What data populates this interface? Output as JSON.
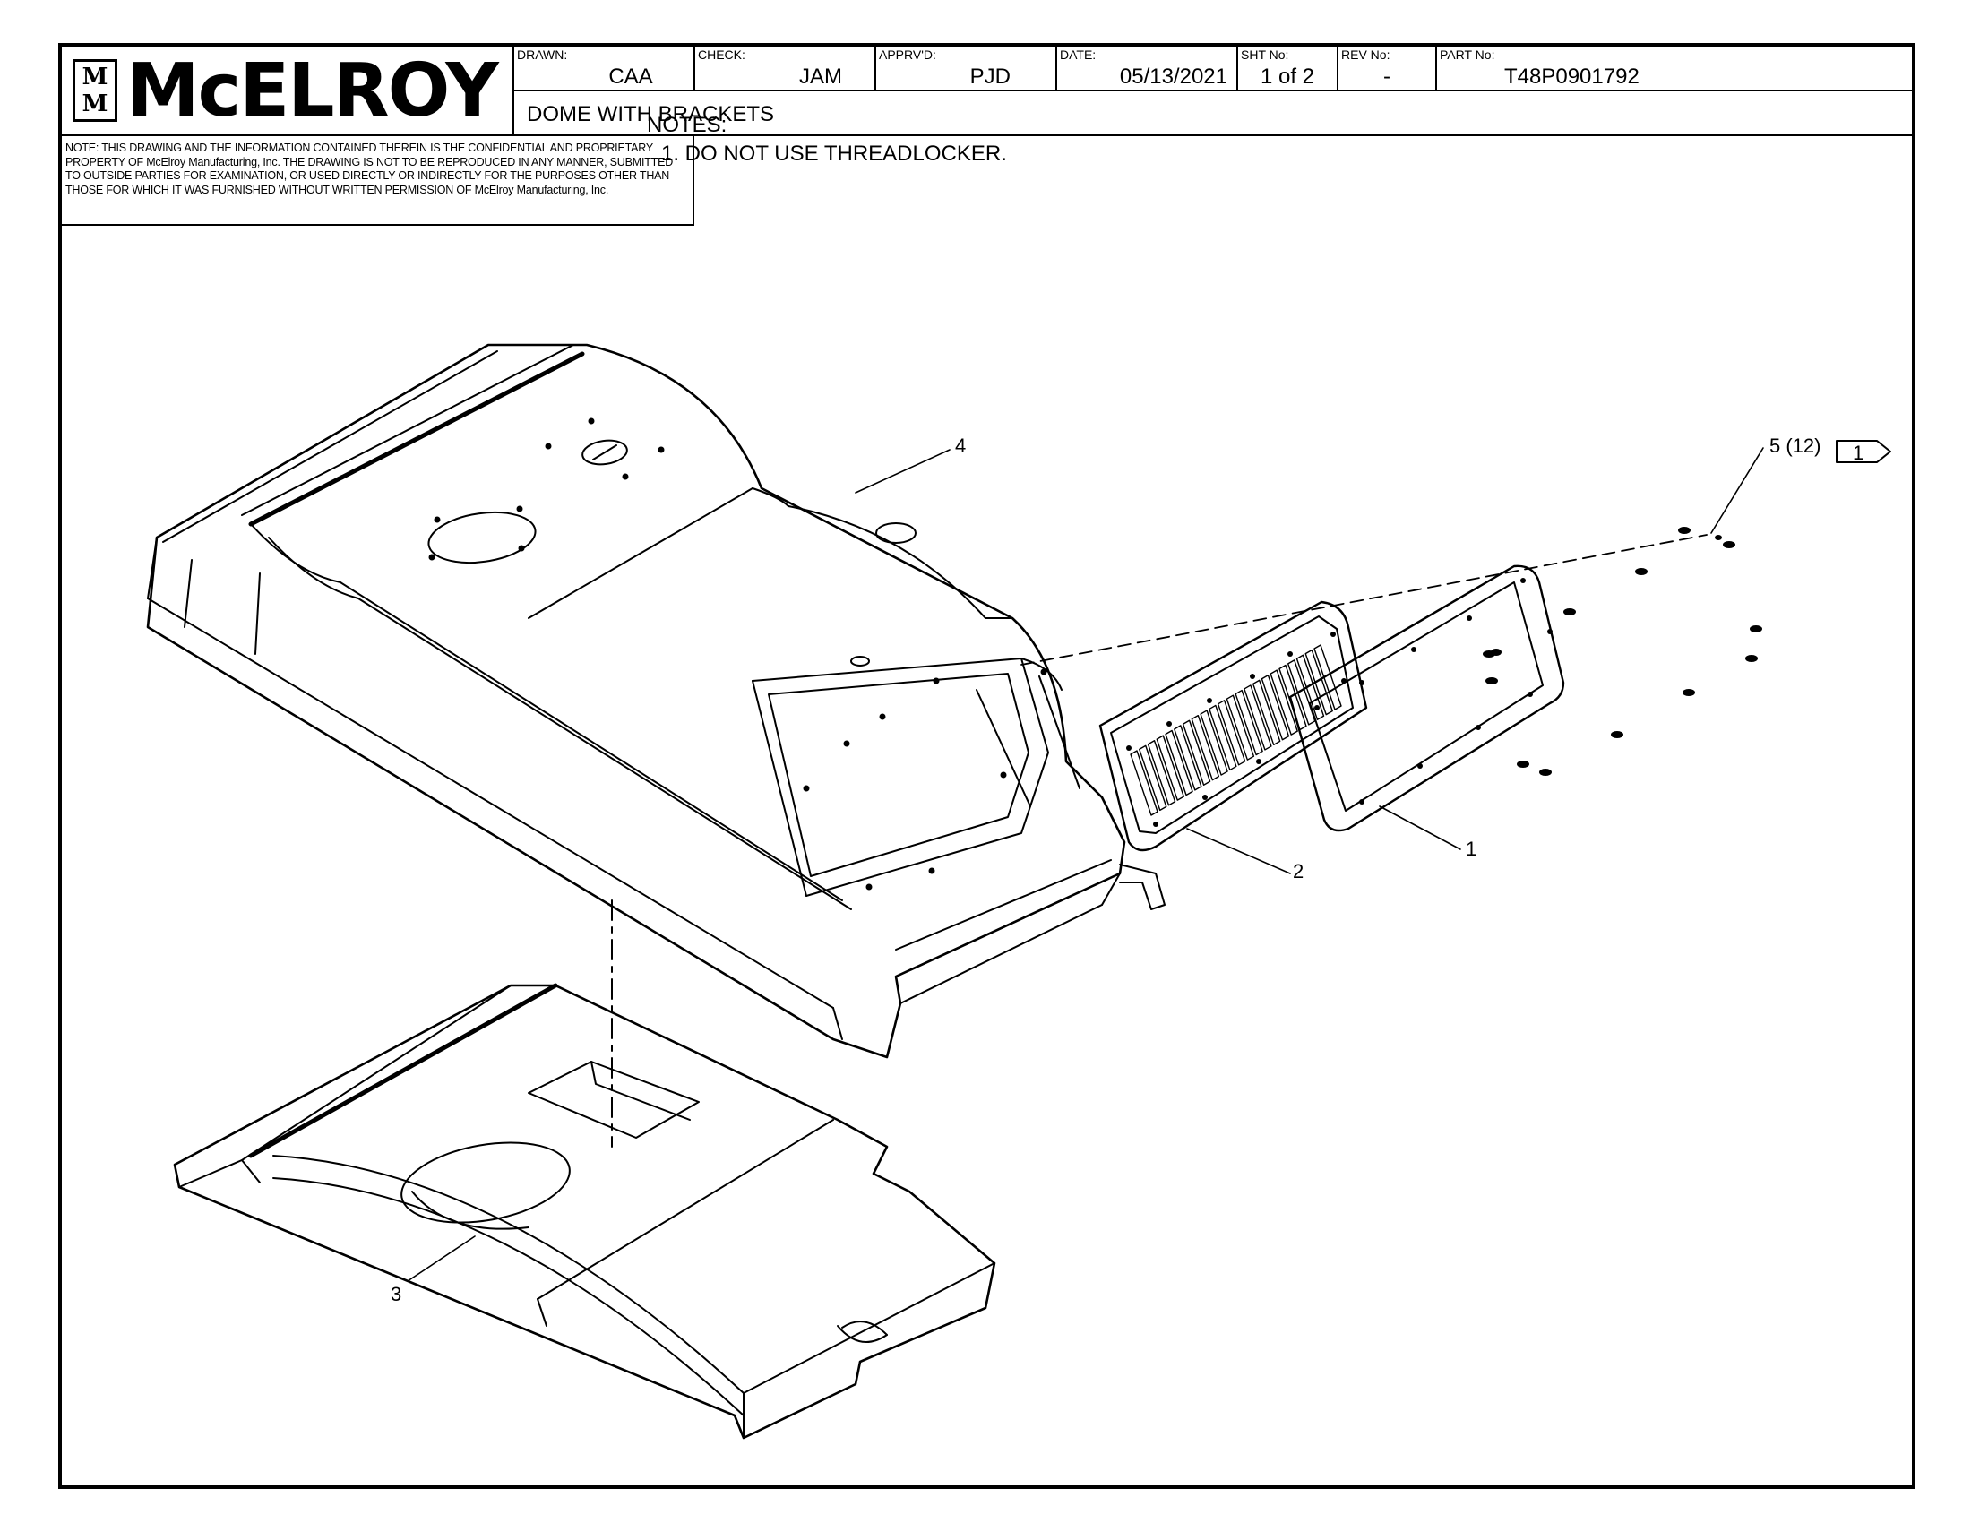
{
  "title_block": {
    "logo_mark_top": "M",
    "logo_mark_bottom": "M",
    "company": "McELROY",
    "drawn_label": "DRAWN:",
    "drawn": "CAA",
    "check_label": "CHECK:",
    "check": "JAM",
    "approved_label": "APPRV'D:",
    "approved": "PJD",
    "date_label": "DATE:",
    "date": "05/13/2021",
    "sheet_label": "SHT No:",
    "sheet": "1 of 2",
    "rev_label": "REV No:",
    "rev": "-",
    "part_label": "PART No:",
    "part": "T48P0901792",
    "title": "DOME WITH BRACKETS"
  },
  "confidential_note": "NOTE: THIS DRAWING AND THE INFORMATION CONTAINED THEREIN IS THE CONFIDENTIAL AND PROPRIETARY PROPERTY OF McElroy Manufacturing, Inc. THE DRAWING IS NOT TO BE REPRODUCED IN ANY MANNER, SUBMITTED TO OUTSIDE PARTIES FOR EXAMINATION, OR USED DIRECTLY OR INDIRECTLY FOR THE PURPOSES OTHER THAN THOSE FOR WHICH IT WAS FURNISHED WITHOUT WRITTEN PERMISSION OF McElroy Manufacturing, Inc.",
  "notes": {
    "heading": "NOTES:",
    "items": [
      "1. DO NOT USE THREADLOCKER."
    ]
  },
  "callouts": {
    "item1": "1",
    "item2": "2",
    "item3": "3",
    "item4": "4",
    "item5": "5 (12)",
    "note_flag": "1"
  }
}
